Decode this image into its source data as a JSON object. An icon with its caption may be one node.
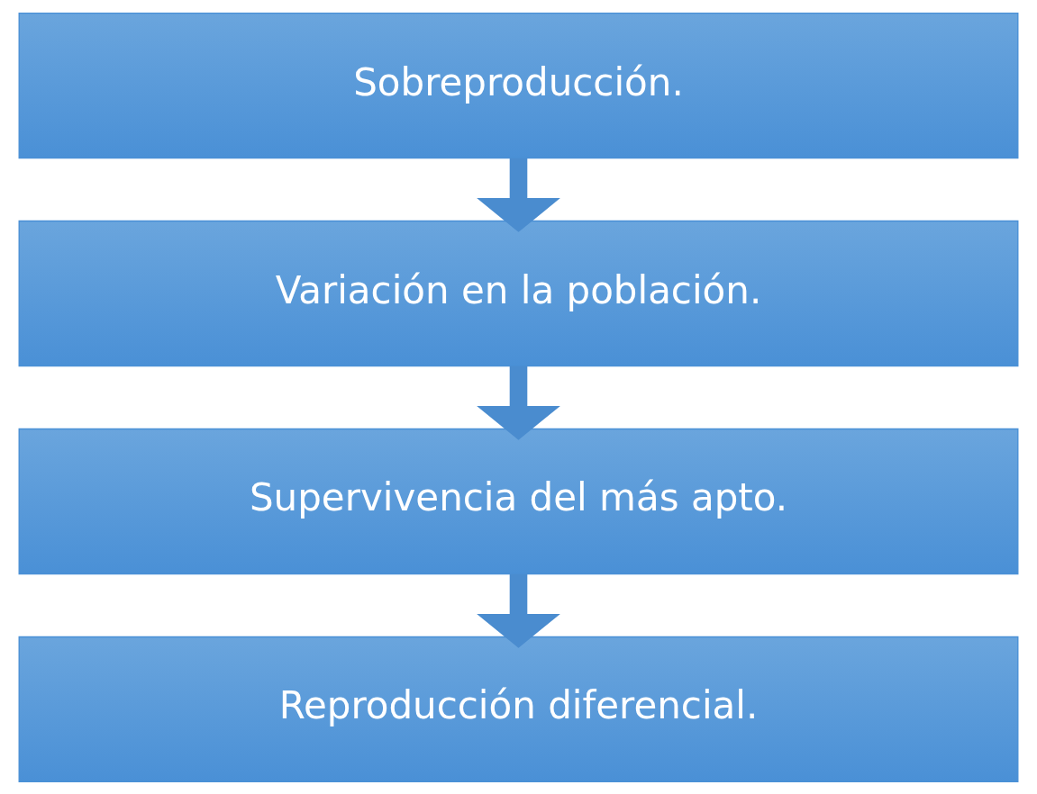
{
  "diagram": {
    "nodes": [
      {
        "text": [
          "Sobreproducción."
        ]
      },
      {
        "text": [
          "Variación en la población."
        ]
      },
      {
        "text": [
          "Supervivencia del más apto."
        ]
      },
      {
        "text": [
          "Reproducción diferencial."
        ]
      }
    ],
    "edges": [
      {
        "from": 0,
        "to": 1,
        "arrow": "to"
      },
      {
        "from": 1,
        "to": 2,
        "arrow": "to"
      },
      {
        "from": 2,
        "to": 3,
        "arrow": "to"
      }
    ]
  }
}
